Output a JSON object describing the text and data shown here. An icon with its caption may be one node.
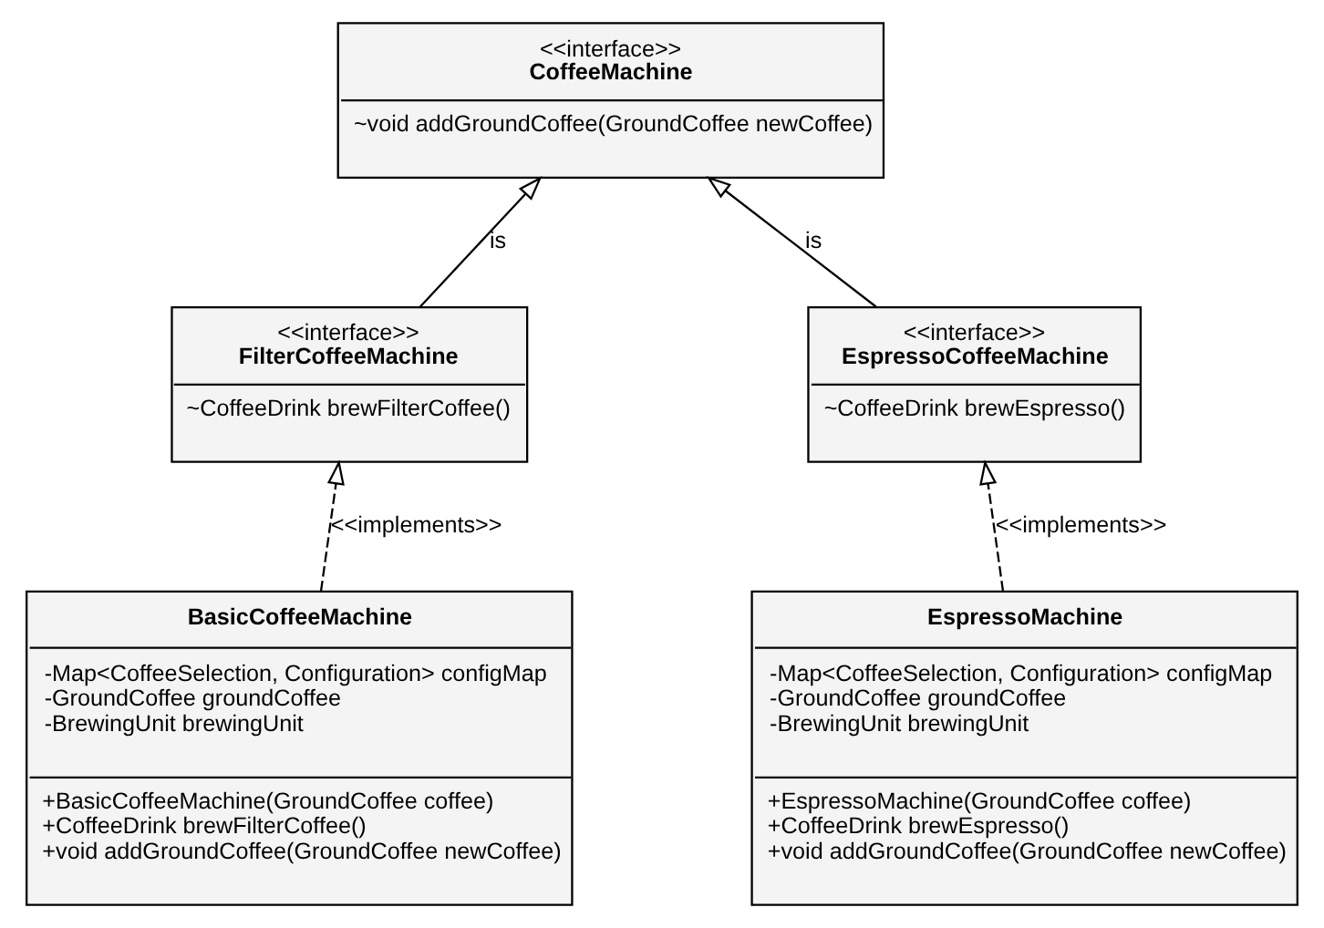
{
  "diagram": {
    "nodes": [
      {
        "text": [
          "<<interface>>",
          "CoffeeMachine",
          "~void addGroundCoffee(GroundCoffee newCoffee)"
        ]
      },
      {
        "text": [
          "<<interface>>",
          "FilterCoffeeMachine",
          "~CoffeeDrink brewFilterCoffee()"
        ]
      },
      {
        "text": [
          "<<interface>>",
          "EspressoCoffeeMachine",
          "~CoffeeDrink brewEspresso()"
        ]
      },
      {
        "text": [
          "BasicCoffeeMachine",
          "-Map<CoffeeSelection, Configuration> configMap",
          "-GroundCoffee groundCoffee",
          "-BrewingUnit brewingUnit",
          "+BasicCoffeeMachine(GroundCoffee coffee)",
          "+CoffeeDrink brewFilterCoffee()",
          "+void addGroundCoffee(GroundCoffee newCoffee)"
        ]
      },
      {
        "text": [
          "EspressoMachine",
          "-Map<CoffeeSelection, Configuration> configMap",
          "-GroundCoffee groundCoffee",
          "-BrewingUnit brewingUnit",
          "+EspressoMachine(GroundCoffee coffee)",
          "+CoffeeDrink brewEspresso()",
          "+void addGroundCoffee(GroundCoffee newCoffee)"
        ]
      }
    ],
    "edges": [
      {
        "from": 1,
        "to": 0,
        "arrow": "to",
        "label": "is"
      },
      {
        "from": 2,
        "to": 0,
        "arrow": "to",
        "label": "is"
      },
      {
        "from": 3,
        "to": 1,
        "arrow": "to",
        "label": "<<implements>>",
        "style": "dashed"
      },
      {
        "from": 4,
        "to": 2,
        "arrow": "to",
        "label": "<<implements>>",
        "style": "dashed"
      }
    ]
  }
}
